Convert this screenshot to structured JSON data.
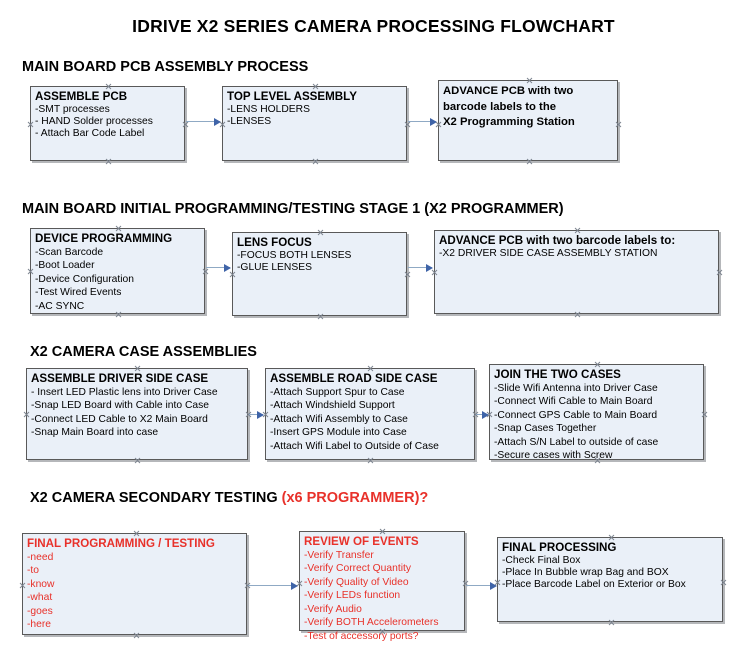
{
  "document": {
    "title": "IDRIVE X2  SERIES CAMERA PROCESSING FLOWCHART",
    "colors": {
      "box_fill": "#eaf0f8",
      "box_border": "#595959",
      "connector": "#8fa9c4",
      "arrow": "#3f64a8",
      "red_text": "#e8312a"
    }
  },
  "sections": [
    {
      "id": "main-board-pcb-assembly",
      "heading": "MAIN BOARD PCB ASSEMBLY PROCESS",
      "heading_suffix": "",
      "boxes": [
        {
          "id": "assemble-pcb",
          "header": "ASSEMBLE PCB",
          "items": [
            "-SMT processes",
            "- HAND Solder processes",
            "- Attach Bar Code Label"
          ]
        },
        {
          "id": "top-level-assembly",
          "header": "TOP LEVEL ASSEMBLY",
          "items": [
            "-LENS HOLDERS",
            "-LENSES"
          ]
        },
        {
          "id": "advance-pcb-to-x2-programming-station",
          "header": "ADVANCE PCB with two",
          "items": [
            "barcode labels to the",
            " X2 Programming Station"
          ]
        }
      ]
    },
    {
      "id": "main-board-initial-programming",
      "heading": "MAIN BOARD INITIAL PROGRAMMING/TESTING STAGE 1 (X2 PROGRAMMER)",
      "heading_suffix": "",
      "boxes": [
        {
          "id": "device-programming",
          "header": "DEVICE PROGRAMMING",
          "items": [
            "-Scan Barcode",
            "-Boot Loader",
            "-Device Configuration",
            "-Test Wired Events",
            "-AC SYNC"
          ]
        },
        {
          "id": "lens-focus",
          "header": "LENS FOCUS",
          "items": [
            "-FOCUS BOTH LENSES",
            "-GLUE LENSES"
          ]
        },
        {
          "id": "advance-pcb-to-driver-side-case",
          "header": "ADVANCE PCB with two barcode labels to:",
          "items": [
            "-X2 DRIVER  SIDE  CASE  ASSEMBLY STATION"
          ]
        }
      ]
    },
    {
      "id": "x2-camera-case-assemblies",
      "heading": "X2 CAMERA CASE ASSEMBLIES",
      "heading_suffix": "",
      "boxes": [
        {
          "id": "assemble-driver-side-case",
          "header": "ASSEMBLE DRIVER SIDE CASE",
          "items": [
            "- Insert LED Plastic lens into Driver Case",
            "-Snap LED Board with Cable into Case",
            "-Connect LED Cable to X2 Main Board",
            "-Snap Main Board into case"
          ]
        },
        {
          "id": "assemble-road-side-case",
          "header": "ASSEMBLE ROAD SIDE CASE",
          "items": [
            "-Attach Support Spur to Case",
            "-Attach Windshield Support",
            "-Attach Wifi Assembly to Case",
            "-Insert GPS Module into Case",
            "-Attach Wifi Label to Outside of Case"
          ]
        },
        {
          "id": "join-the-two-cases",
          "header": "JOIN THE TWO CASES",
          "items": [
            "-Slide Wifi Antenna into Driver Case",
            "-Connect Wifi Cable to Main Board",
            "-Connect GPS Cable to Main Board",
            "-Snap Cases Together",
            "-Attach S/N Label to outside of case",
            "-Secure cases with Screw"
          ]
        }
      ]
    },
    {
      "id": "x2-camera-secondary-testing",
      "heading": "X2 CAMERA SECONDARY TESTING ",
      "heading_suffix": "(x6 PROGRAMMER)?",
      "boxes": [
        {
          "id": "final-programming-testing",
          "header": "FINAL PROGRAMMING / TESTING",
          "items": [
            "-need",
            "-to",
            "-know",
            "-what",
            "-goes",
            "-here"
          ]
        },
        {
          "id": "review-of-events",
          "header": "REVIEW OF EVENTS",
          "items": [
            "-Verify Transfer",
            "-Verify Correct Quantity",
            "-Verify Quality of Video",
            "-Verify LEDs function",
            "-Verify Audio",
            "-Verify BOTH Accelerometers",
            "-Test of accessory ports?"
          ]
        },
        {
          "id": "final-processing",
          "header": "FINAL PROCESSING",
          "items": [
            " -Check Final Box",
            "-Place In Bubble wrap Bag and BOX",
            "-Place Barcode Label on Exterior or Box"
          ]
        }
      ]
    }
  ]
}
